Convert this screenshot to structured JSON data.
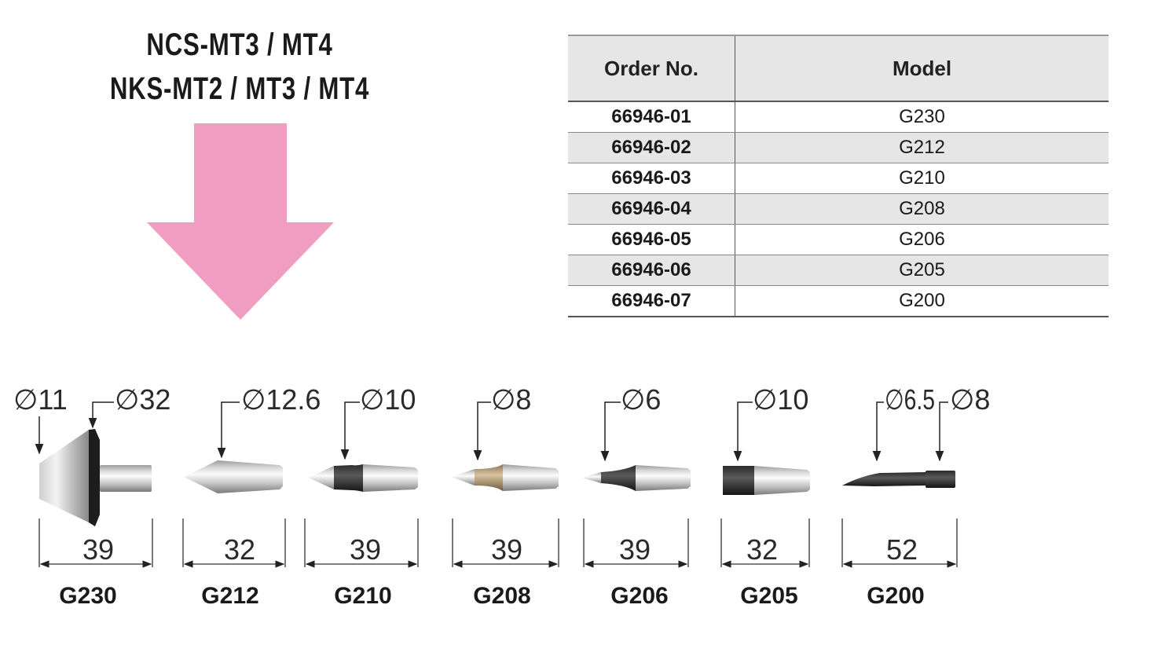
{
  "heading": {
    "line1": "NCS-MT3 / MT4",
    "line2": "NKS-MT2 / MT3 / MT4"
  },
  "colors": {
    "arrow": "#f19cc1"
  },
  "table": {
    "headers": [
      "Order No.",
      "Model"
    ],
    "rows": [
      [
        "66946-01",
        "G230"
      ],
      [
        "66946-02",
        "G212"
      ],
      [
        "66946-03",
        "G210"
      ],
      [
        "66946-04",
        "G208"
      ],
      [
        "66946-05",
        "G206"
      ],
      [
        "66946-06",
        "G205"
      ],
      [
        "66946-07",
        "G200"
      ]
    ]
  },
  "tools": [
    {
      "model": "G230",
      "diameters": [
        "∅11",
        "∅32"
      ],
      "length": "39"
    },
    {
      "model": "G212",
      "diameters": [
        "∅12.6"
      ],
      "length": "32"
    },
    {
      "model": "G210",
      "diameters": [
        "∅10"
      ],
      "length": "39"
    },
    {
      "model": "G208",
      "diameters": [
        "∅8"
      ],
      "length": "39"
    },
    {
      "model": "G206",
      "diameters": [
        "∅6"
      ],
      "length": "39"
    },
    {
      "model": "G205",
      "diameters": [
        "∅10"
      ],
      "length": "32"
    },
    {
      "model": "G200",
      "diameters": [
        "∅6.5",
        "∅8"
      ],
      "length": "52"
    }
  ]
}
